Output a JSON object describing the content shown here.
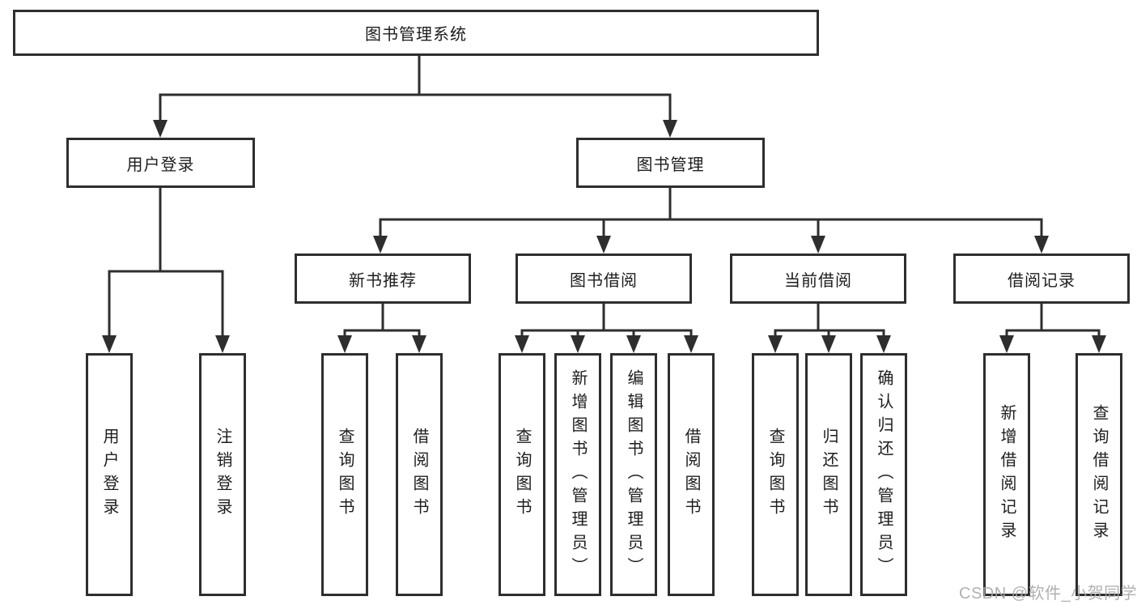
{
  "diagram_title": "图书管理系统",
  "tree": {
    "label": "图书管理系统",
    "children": [
      {
        "label": "用户登录",
        "children": [
          {
            "label": "用户登录"
          },
          {
            "label": "注销登录"
          }
        ]
      },
      {
        "label": "图书管理",
        "children": [
          {
            "label": "新书推荐",
            "children": [
              {
                "label": "查询图书"
              },
              {
                "label": "借阅图书"
              }
            ]
          },
          {
            "label": "图书借阅",
            "children": [
              {
                "label": "查询图书"
              },
              {
                "label": "新增图书（管理员）"
              },
              {
                "label": "编辑图书（管理员）"
              },
              {
                "label": "借阅图书"
              }
            ]
          },
          {
            "label": "当前借阅",
            "children": [
              {
                "label": "查询图书"
              },
              {
                "label": "归还图书"
              },
              {
                "label": "确认归还（管理员）"
              }
            ]
          },
          {
            "label": "借阅记录",
            "children": [
              {
                "label": "新增借阅记录"
              },
              {
                "label": "查询借阅记录"
              }
            ]
          }
        ]
      }
    ]
  },
  "watermark": {
    "text": "CSDN @软件_小贺同学"
  },
  "colors": {
    "line": "#2e2e2e",
    "text": "#1d1d1d",
    "background": "#ffffff",
    "watermark": "#a8a8a8"
  }
}
